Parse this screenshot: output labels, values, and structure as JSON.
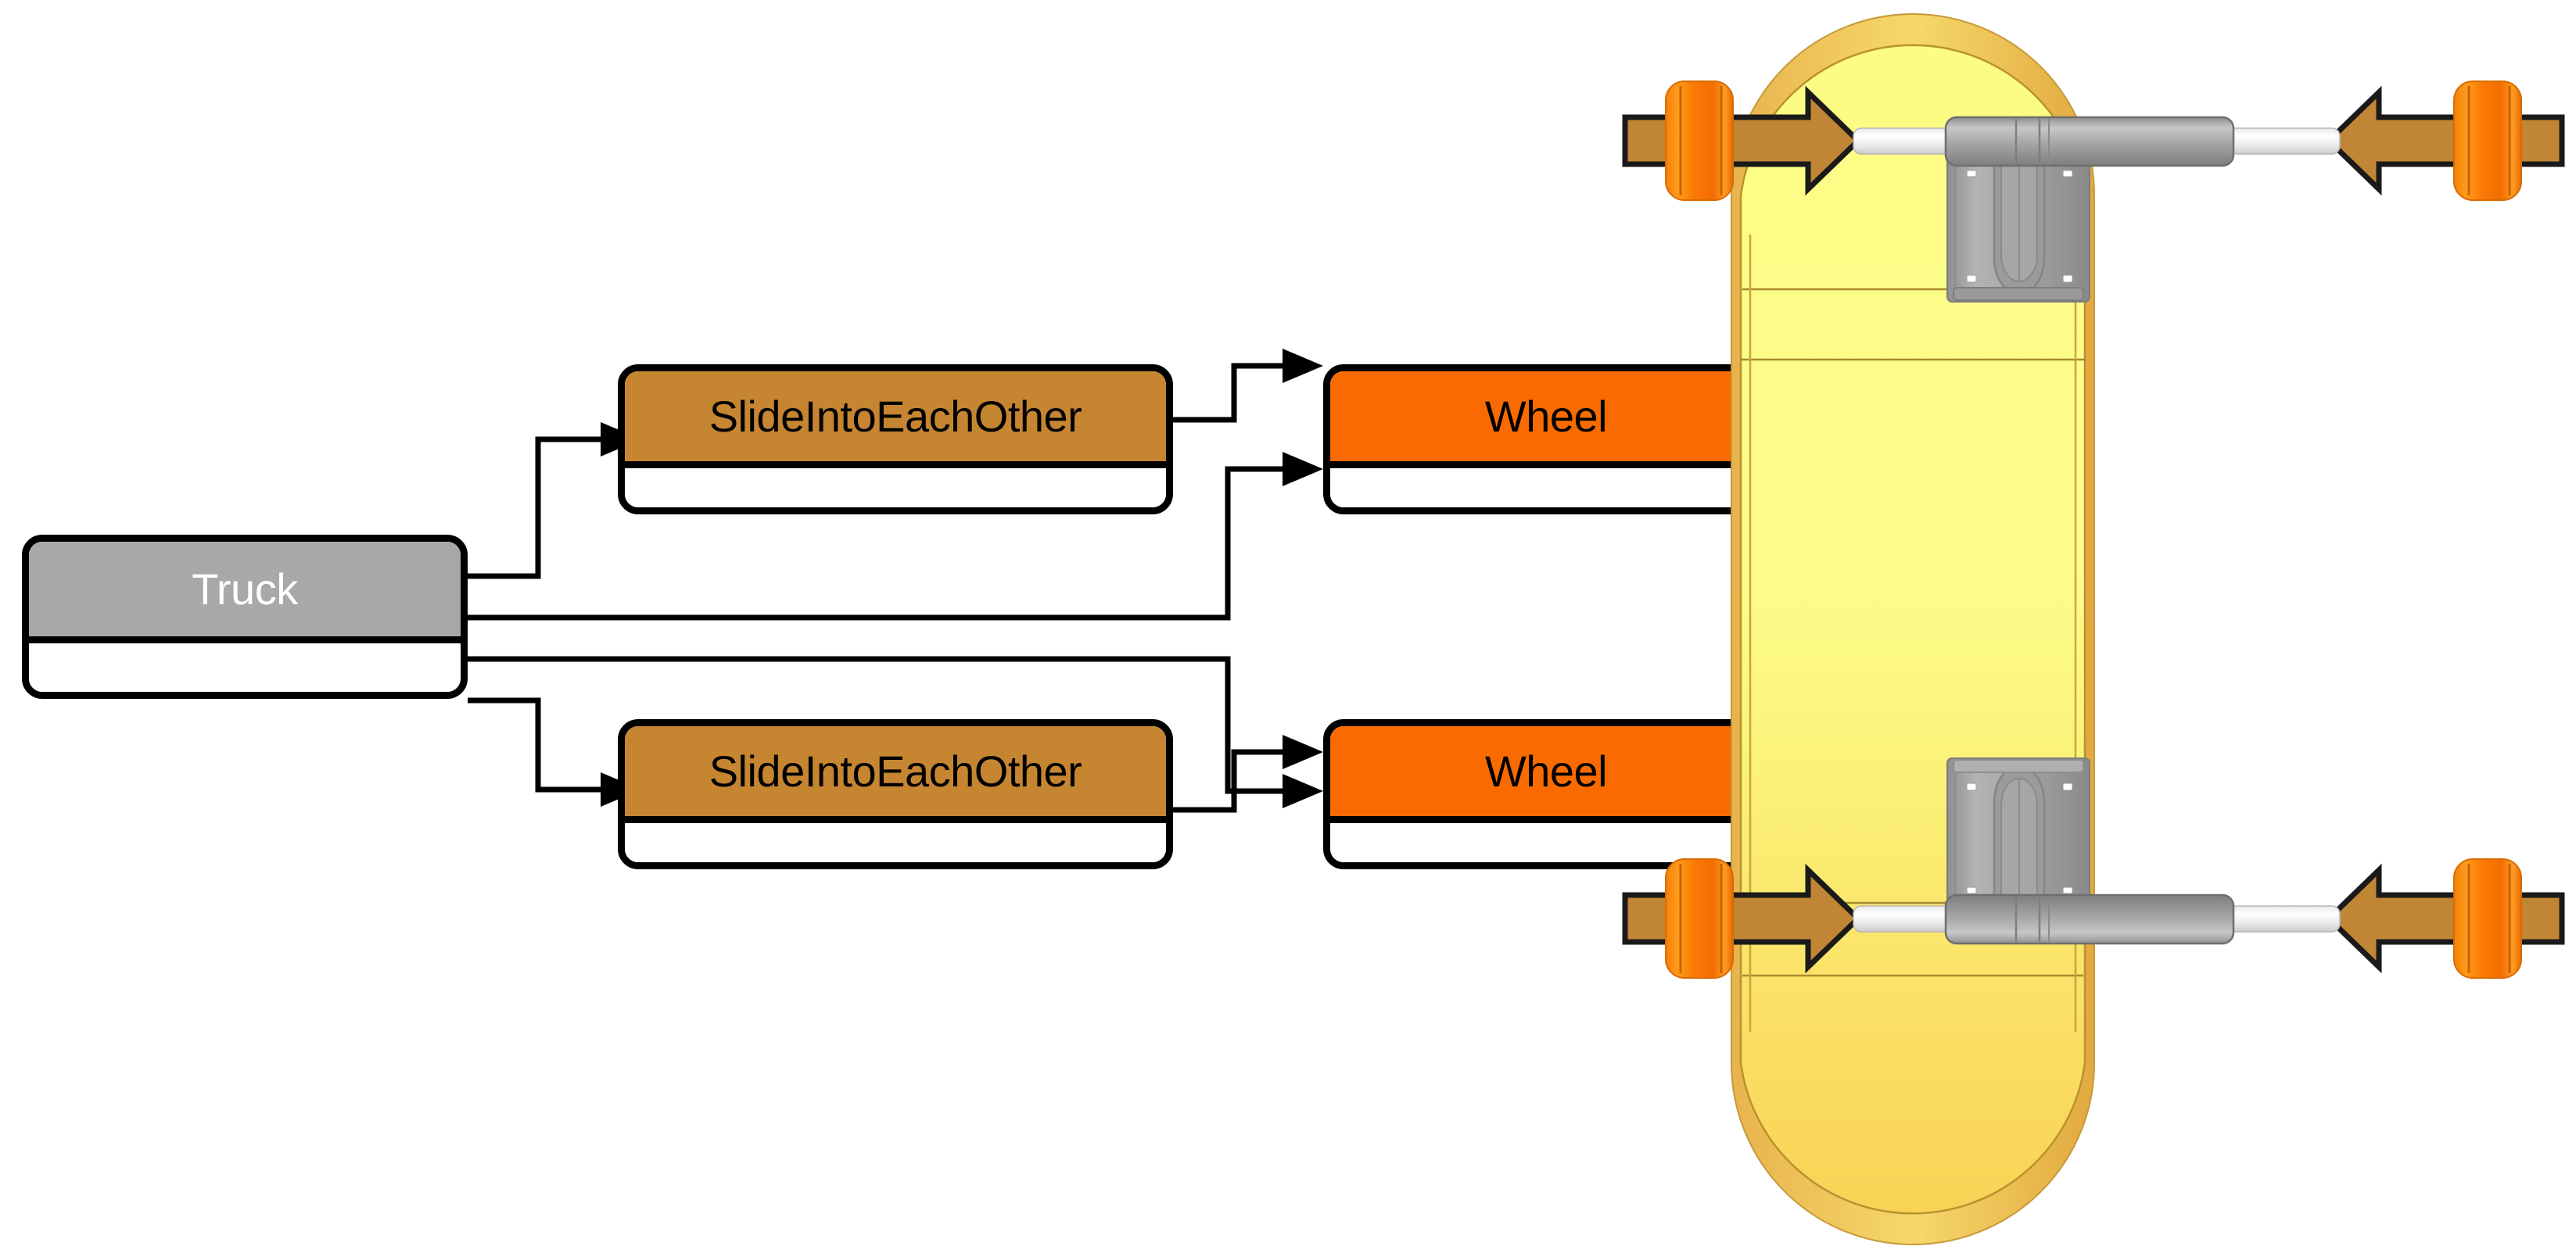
{
  "diagram": {
    "type": "block-definition-diagram",
    "title": "",
    "blocks": [
      {
        "id": "truck",
        "label": "Truck",
        "fill": "#a8a8a8",
        "text_color": "#ffffff"
      },
      {
        "id": "slide1",
        "label": "SlideIntoEachOther",
        "fill": "#c68531",
        "text_color": "#000000"
      },
      {
        "id": "slide2",
        "label": "SlideIntoEachOther",
        "fill": "#c68531",
        "text_color": "#000000"
      },
      {
        "id": "wheel1",
        "label": "Wheel",
        "fill": "#f96b00",
        "text_color": "#000000"
      },
      {
        "id": "wheel2",
        "label": "Wheel",
        "fill": "#f96b00",
        "text_color": "#000000"
      }
    ],
    "edges": [
      {
        "from": "truck",
        "to": "slide1",
        "arrow": "open-filled"
      },
      {
        "from": "truck",
        "to": "wheel1",
        "arrow": "open-filled"
      },
      {
        "from": "truck",
        "to": "wheel2",
        "arrow": "open-filled"
      },
      {
        "from": "truck",
        "to": "slide2",
        "arrow": "open-filled"
      },
      {
        "from": "slide1",
        "to": "wheel1",
        "arrow": "open-filled"
      },
      {
        "from": "slide2",
        "to": "wheel2",
        "arrow": "open-filled"
      }
    ]
  },
  "illustration": {
    "name": "skateboard-top-view",
    "deck": {
      "label": "skateboard-deck",
      "fill_top": "#fcfc80",
      "fill_bottom": "#fada5a",
      "edge": "#e3b14a"
    },
    "trucks": [
      {
        "name": "front-truck",
        "color": "#9a9a9a"
      },
      {
        "name": "rear-truck",
        "color": "#9a9a9a"
      }
    ],
    "wheels": [
      {
        "name": "wheel-front-left",
        "color": "#f97d05"
      },
      {
        "name": "wheel-front-right",
        "color": "#f97d05"
      },
      {
        "name": "wheel-rear-left",
        "color": "#f97d05"
      },
      {
        "name": "wheel-rear-right",
        "color": "#f97d05"
      }
    ],
    "arrows": [
      {
        "name": "arrow-front-left",
        "direction": "right",
        "color": "#c08535"
      },
      {
        "name": "arrow-front-right",
        "direction": "left",
        "color": "#c08535"
      },
      {
        "name": "arrow-rear-left",
        "direction": "right",
        "color": "#c08535"
      },
      {
        "name": "arrow-rear-right",
        "direction": "left",
        "color": "#c08535"
      }
    ],
    "axles": [
      {
        "name": "axle-front",
        "color": "#f2f2f2"
      },
      {
        "name": "axle-rear",
        "color": "#f2f2f2"
      }
    ]
  },
  "colors": {
    "accent_orange": "#f96b00",
    "accent_tan": "#c68531",
    "accent_gray": "#a8a8a8",
    "deck_yellow": "#fcfc80",
    "deck_yellow_dark": "#fada5a",
    "arrow_brown": "#c08535",
    "line": "#000000"
  }
}
